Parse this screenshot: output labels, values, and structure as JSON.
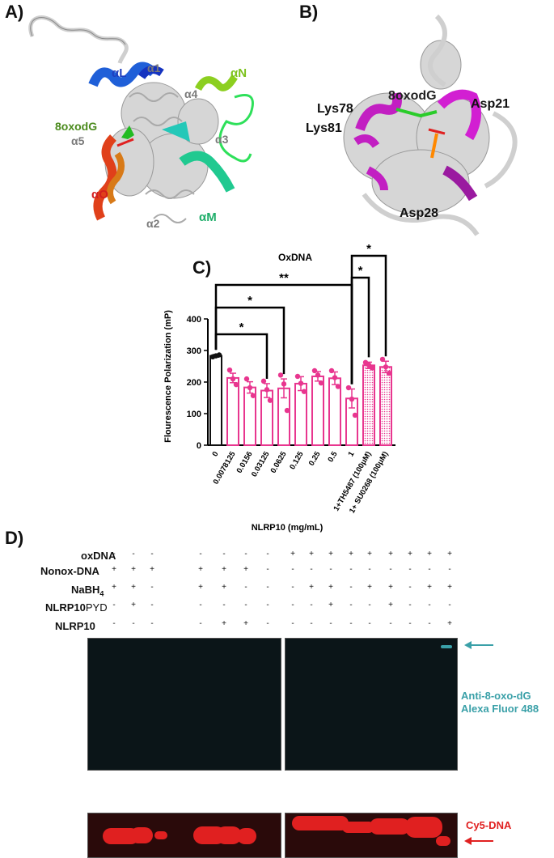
{
  "panels": {
    "a": "A)",
    "b": "B)",
    "c": "C)",
    "d": "D)"
  },
  "panel_a": {
    "labels": {
      "aL": "αL",
      "a1": "α1",
      "a4": "α4",
      "aN": "αN",
      "ligand": "8oxodG",
      "a5": "α5",
      "a3": "α3",
      "aO": "αO",
      "a2": "α2",
      "aM": "αM"
    },
    "colors": {
      "aL": "#1f3fbf",
      "a1": "#7a7a7a",
      "a4": "#7a7a7a",
      "aN": "#7cc21c",
      "ligand": "#4a8a1c",
      "a5": "#7a7a7a",
      "a3": "#7a7a7a",
      "aO": "#d31e1e",
      "a2": "#7a7a7a",
      "aM": "#1fae6a"
    }
  },
  "panel_b": {
    "labels": {
      "lys78": "Lys78",
      "lys81": "Lys81",
      "ligand": "8oxodG",
      "asp21": "Asp21",
      "asp28": "Asp28"
    },
    "highlight_color": "#d21fd2"
  },
  "chart_data": {
    "type": "bar",
    "title": "OxDNA",
    "xlabel": "NLRP10 (mg/mL)",
    "ylabel": "Flourescence Polarization (mP)",
    "ylim": [
      0,
      400
    ],
    "yticks": [
      "0",
      "100",
      "200",
      "300",
      "400"
    ],
    "categories": [
      "0",
      "0.0078125",
      "0.0156",
      "0.03125",
      "0.0625",
      "0.125",
      "0.25",
      "0.5",
      "1",
      "1+TH5487 (100μM)",
      "1+ SU0268 (100μM)"
    ],
    "values": [
      283,
      213,
      183,
      173,
      180,
      195,
      218,
      212,
      148,
      253,
      248
    ],
    "errors": [
      4,
      15,
      18,
      22,
      30,
      22,
      15,
      20,
      30,
      10,
      18
    ],
    "points": [
      [
        280,
        283,
        286
      ],
      [
        238,
        210,
        192
      ],
      [
        210,
        182,
        157
      ],
      [
        203,
        176,
        142
      ],
      [
        222,
        194,
        110
      ],
      [
        218,
        196,
        170
      ],
      [
        236,
        222,
        197
      ],
      [
        236,
        214,
        186
      ],
      [
        182,
        146,
        95
      ],
      [
        262,
        254,
        245
      ],
      [
        272,
        248,
        228
      ]
    ],
    "bar_colors": {
      "control": "#111111",
      "treated": "#e8368f"
    },
    "dotted_bars": [
      9,
      10
    ],
    "significance": [
      {
        "from": 0,
        "to": 3,
        "label": "*"
      },
      {
        "from": 0,
        "to": 4,
        "label": "*"
      },
      {
        "from": 0,
        "to": 8,
        "label": "**"
      },
      {
        "from": 8,
        "to": 9,
        "label": "*"
      },
      {
        "from": 8,
        "to": 10,
        "label": "*"
      }
    ]
  },
  "panel_d": {
    "row_labels": {
      "oxdna": "oxDNA",
      "nonox": "Nonox-DNA",
      "nabh4": "NaBH",
      "nabh4_sub": "4",
      "pyd_main": "NLRP10",
      "pyd_suffix": "PYD",
      "nlrp10": "NLRP10"
    },
    "signs": {
      "oxdna": [
        "-",
        "-",
        "-",
        "-",
        "-",
        "-",
        "-",
        "-",
        "+",
        "+",
        "+",
        "+",
        "+",
        "+",
        "+",
        "+",
        "+"
      ],
      "nonox": [
        "+",
        "+",
        "+",
        "+",
        "+",
        "+",
        "+",
        "-",
        "-",
        "-",
        "-",
        "-",
        "-",
        "-",
        "-",
        "-",
        "-"
      ],
      "nabh4": [
        "-",
        "+",
        "+",
        "-",
        "+",
        "+",
        "-",
        "-",
        "-",
        "+",
        "+",
        "-",
        "+",
        "+",
        "-",
        "+",
        "+"
      ],
      "pyd": [
        "-",
        "-",
        "+",
        "-",
        "-",
        "-",
        "-",
        "-",
        "-",
        "-",
        "+",
        "-",
        "-",
        "+",
        "-",
        "-",
        "-"
      ],
      "nlrp10": [
        "-",
        "-",
        "-",
        "-",
        "-",
        "+",
        "+",
        "-",
        "-",
        "-",
        "-",
        "-",
        "-",
        "-",
        "-",
        "-",
        "+"
      ]
    },
    "blot_top_label_line1": "Anti-8-oxo-dG",
    "blot_top_label_line2": "Alexa Fluor 488",
    "blot_bottom_label": "Cy5-DNA",
    "colors": {
      "alexa": "#3aa0a8",
      "cy5": "#e02020",
      "blot_bg": "#0b1518"
    }
  }
}
